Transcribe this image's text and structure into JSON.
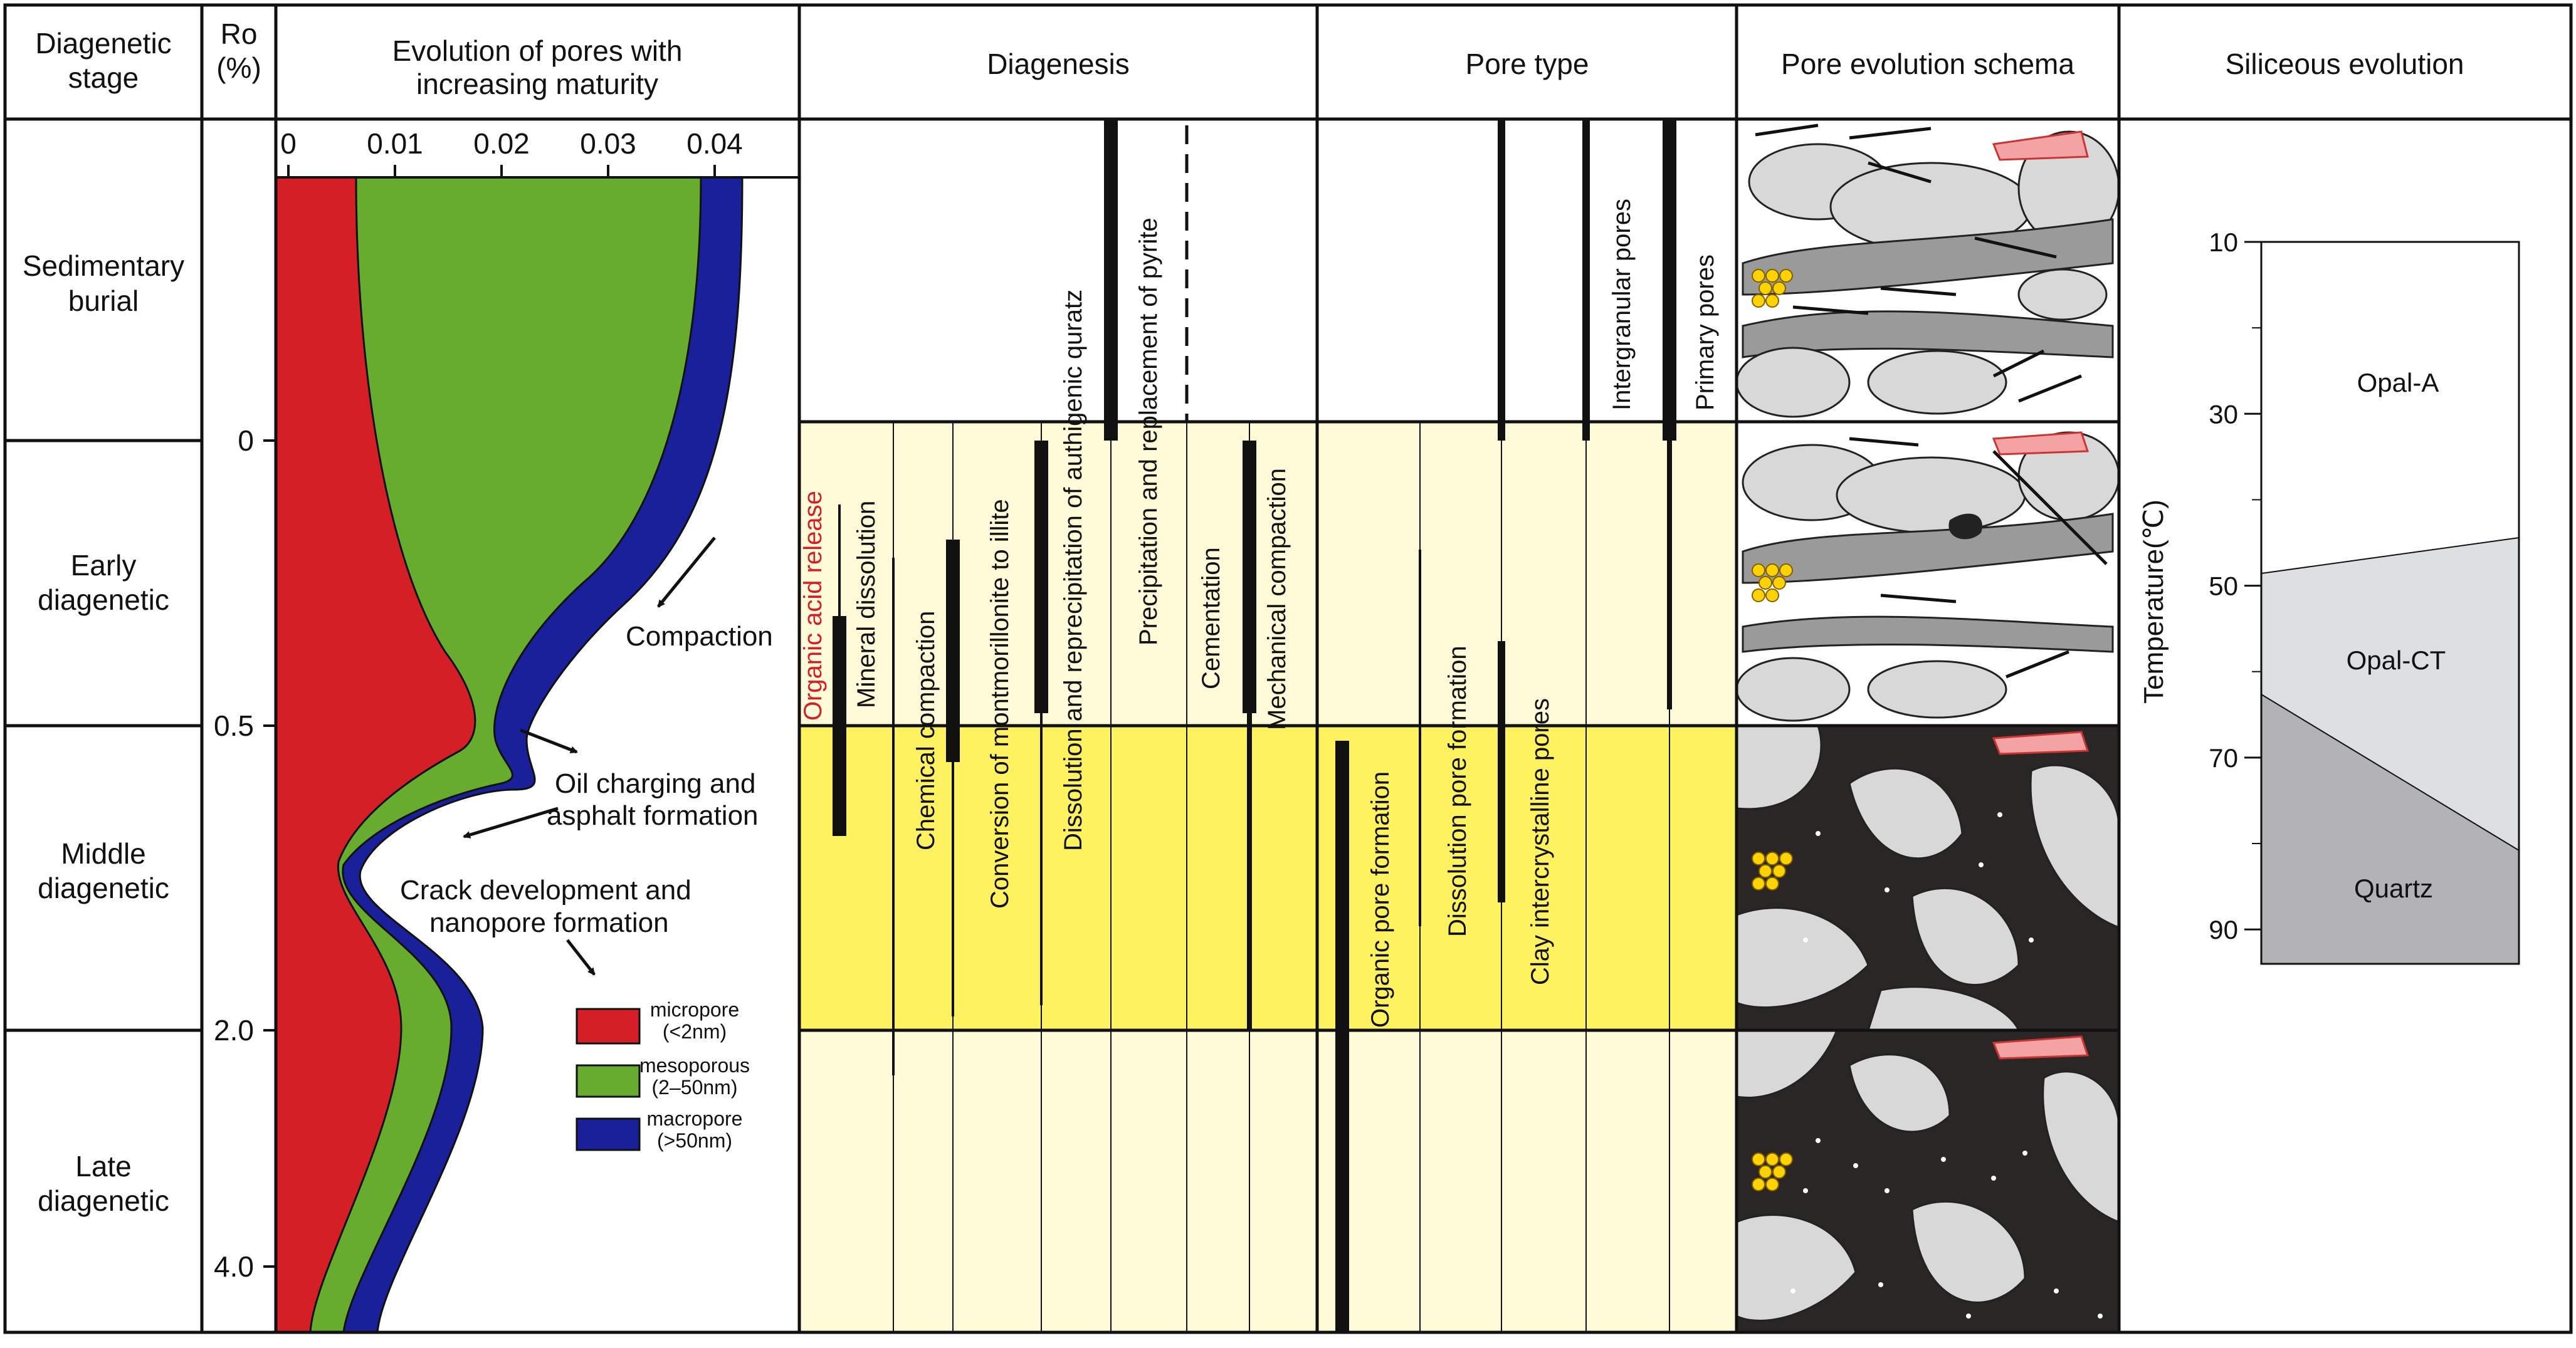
{
  "header": {
    "stage": [
      "Diagenetic",
      "stage"
    ],
    "ro": [
      "Ro",
      "(%)"
    ],
    "evolution": [
      "Evolution of pores with",
      "increasing maturity"
    ],
    "diagenesis": "Diagenesis",
    "pore_type": "Pore type",
    "schema": "Pore evolution schema",
    "siliceous": "Siliceous evolution"
  },
  "stages": [
    {
      "lines": [
        "Sedimentary",
        "burial"
      ]
    },
    {
      "lines": [
        "Early",
        "diagenetic"
      ]
    },
    {
      "lines": [
        "Middle",
        "diagenetic"
      ]
    },
    {
      "lines": [
        "Late",
        "diagenetic"
      ]
    }
  ],
  "ro_ticks": [
    "0",
    "0.5",
    "2.0",
    "4.0"
  ],
  "pore_axis_ticks": [
    "0",
    "0.01",
    "0.02",
    "0.03",
    "0.04"
  ],
  "annotations": {
    "compaction": "Compaction",
    "oil": [
      "Oil charging and",
      "asphalt formation"
    ],
    "crack": [
      "Crack development and",
      "nanopore formation"
    ]
  },
  "legend": [
    {
      "lines": [
        "micropore",
        "(<2nm)"
      ],
      "color": "#d51f26"
    },
    {
      "lines": [
        "mesoporous",
        "(2–50nm)"
      ],
      "color": "#67ac2f"
    },
    {
      "lines": [
        "macropore",
        "(>50nm)"
      ],
      "color": "#1a1f9a"
    }
  ],
  "diagenesis_processes": [
    "Organic acid release",
    "Mineral dissolution",
    "Chemical compaction",
    "Conversion of montmorillonite to illite",
    "Dissolution and reprecipitation of authigenic quratz",
    "Precipitation and replacement of pyrite",
    "Cementation",
    "Mechanical compaction"
  ],
  "pore_types": [
    "Organic pore formation",
    "Dissolution pore formation",
    "Clay intercrystalline pores",
    "Intergranular pores",
    "Primary pores"
  ],
  "siliceous": {
    "ylabel": "Temperature(℃)",
    "ticks": [
      "10",
      "30",
      "50",
      "70",
      "90"
    ],
    "phases": [
      "Opal-A",
      "Opal-CT",
      "Quartz"
    ]
  },
  "colors": {
    "micropore": "#d51f26",
    "mesoporous": "#67ac2f",
    "macropore": "#1a1f9a",
    "early_fill": "#fffbd9",
    "middle_fill": "#fff261",
    "organic_text": "#d51f26"
  }
}
